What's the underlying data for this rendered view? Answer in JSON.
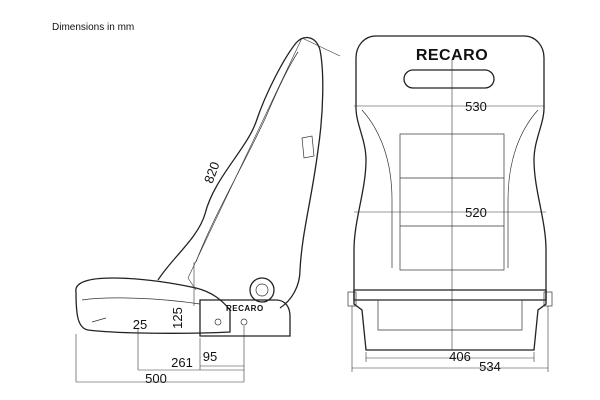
{
  "heading": "Dimensions in mm",
  "logo_text": "RECARO",
  "side_view": {
    "logo": "RECARO",
    "dims": {
      "height": "820",
      "slider_height": "125",
      "seat_height": "25",
      "rail_spacing": "95",
      "hip_to_front": "261",
      "total_depth": "500"
    }
  },
  "front_view": {
    "logo": "RECARO",
    "dims": {
      "shoulder_width": "530",
      "mid_width": "520",
      "base_width": "406",
      "total_width": "534"
    }
  }
}
